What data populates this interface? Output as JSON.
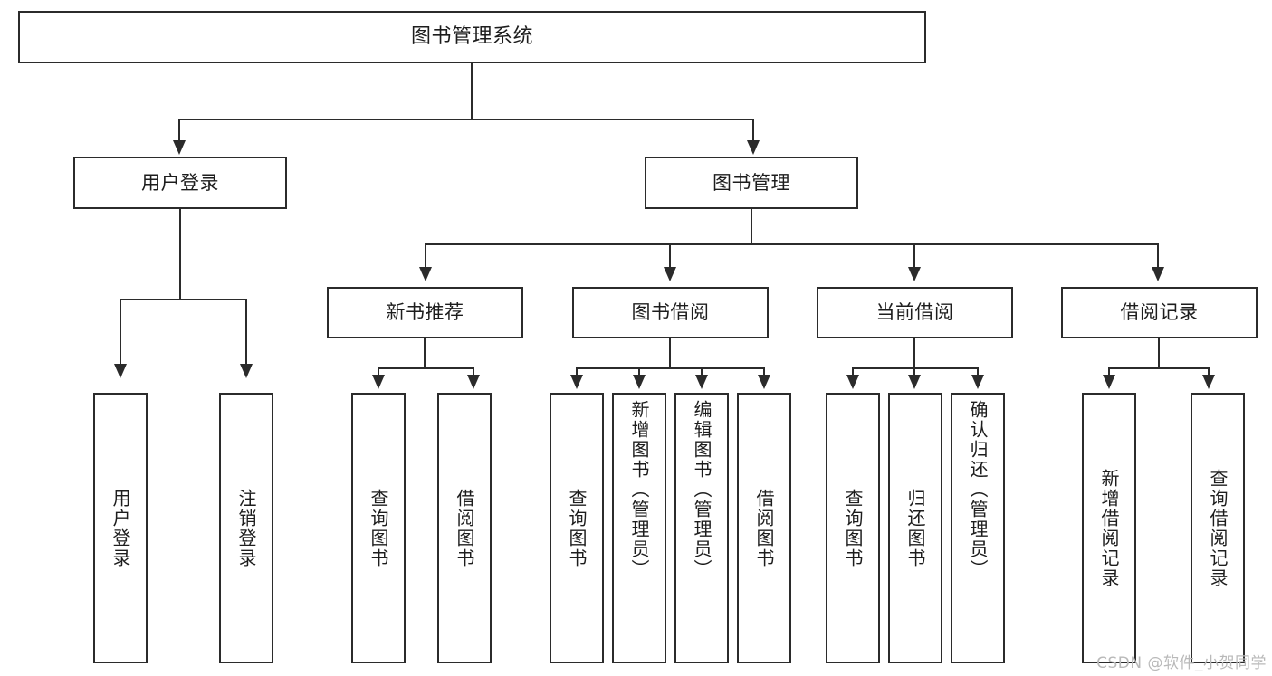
{
  "diagram": {
    "title": "图书管理系统",
    "type": "tree",
    "orientation": "top-down",
    "colors": {
      "box_border": "#2b2b2b",
      "box_fill": "#ffffff",
      "text": "#1d1d1d",
      "connector": "#2b2b2b",
      "watermark": "#b9b9b9",
      "background": "#ffffff"
    },
    "root": {
      "label": "图书管理系统"
    },
    "level2": [
      {
        "key": "user_login",
        "label": "用户登录"
      },
      {
        "key": "book_manage",
        "label": "图书管理"
      }
    ],
    "level3": [
      {
        "key": "new_book_rec",
        "label": "新书推荐"
      },
      {
        "key": "book_borrow",
        "label": "图书借阅"
      },
      {
        "key": "current_borrow",
        "label": "当前借阅"
      },
      {
        "key": "borrow_record",
        "label": "借阅记录"
      }
    ],
    "leaves": {
      "user_login": [
        {
          "label": "用户登录"
        },
        {
          "label": "注销登录"
        }
      ],
      "new_book_rec": [
        {
          "label": "查询图书"
        },
        {
          "label": "借阅图书"
        }
      ],
      "book_borrow": [
        {
          "label": "查询图书"
        },
        {
          "label": "新增图书（管理员）"
        },
        {
          "label": "编辑图书（管理员）"
        },
        {
          "label": "借阅图书"
        }
      ],
      "current_borrow": [
        {
          "label": "查询图书"
        },
        {
          "label": "归还图书"
        },
        {
          "label": "确认归还（管理员）"
        }
      ],
      "borrow_record": [
        {
          "label": "新增借阅记录"
        },
        {
          "label": "查询借阅记录"
        }
      ]
    }
  },
  "watermark": {
    "text": "CSDN @软件_小贺同学"
  }
}
